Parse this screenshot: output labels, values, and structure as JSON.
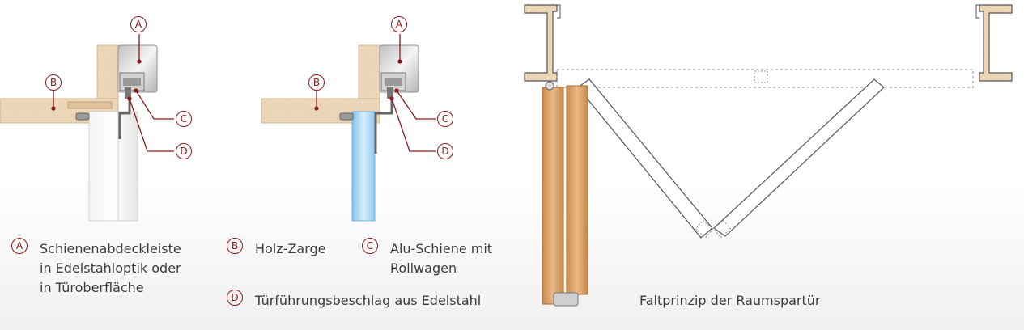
{
  "markers": {
    "a": "A",
    "b": "B",
    "c": "C",
    "d": "D"
  },
  "legend": {
    "a_line1": "Schienenabdeckleiste",
    "a_line2": "in Edelstahloptik oder",
    "a_line3": "in Türoberfläche",
    "b_text": "Holz-Zarge",
    "c_line1": "Alu-Schiene mit",
    "c_line2": "Rollwagen",
    "d_text": "Türführungsbeschlag aus Edelstahl"
  },
  "caption": "Faltprinzip der Raumspartür",
  "colors": {
    "marker": "#8b1a1a",
    "wood_frame": "#ead5b8",
    "door_wood": "#d9a66e",
    "glass": "#a9d6f2",
    "rail": "#c9c9c9"
  }
}
